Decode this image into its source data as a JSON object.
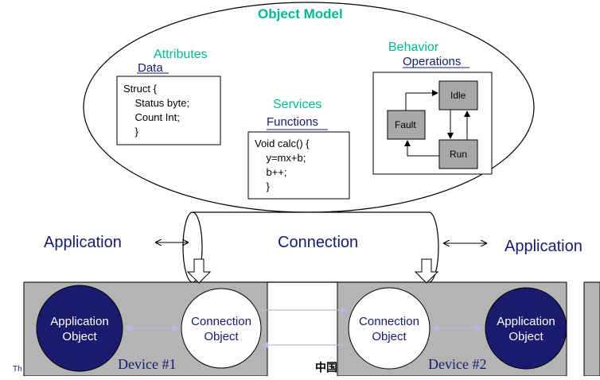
{
  "title": "Object Model",
  "attributes": {
    "heading": "Attributes",
    "subheading": "Data",
    "code": [
      "Struct {",
      "    Status byte;",
      "    Count Int;",
      "    }"
    ]
  },
  "services": {
    "heading": "Services",
    "subheading": "Functions",
    "code": [
      "Void calc() {",
      "    y=mx+b;",
      "    b++;",
      "    }"
    ]
  },
  "behavior": {
    "heading": "Behavior",
    "subheading": "Operations",
    "states": {
      "idle": "Idle",
      "fault": "Fault",
      "run": "Run"
    }
  },
  "connection": {
    "label": "Connection",
    "left_app": "Application",
    "right_app": "Application"
  },
  "device1": {
    "label": "Device #1",
    "app_object_line1": "Application",
    "app_object_line2": "Object",
    "conn_object_line1": "Connection",
    "conn_object_line2": "Object"
  },
  "device2": {
    "label": "Device #2",
    "app_object_line1": "Application",
    "app_object_line2": "Object",
    "conn_object_line1": "Connection",
    "conn_object_line2": "Object"
  },
  "footer": {
    "left_text": "Th",
    "center_glyph": "中国"
  },
  "colors": {
    "teal": "#00b894",
    "navy": "#1a1a6e",
    "device_gray": "#b4b4b4",
    "state_gray": "#a8a8a8",
    "arrow_lilac": "#b8b8e8"
  }
}
